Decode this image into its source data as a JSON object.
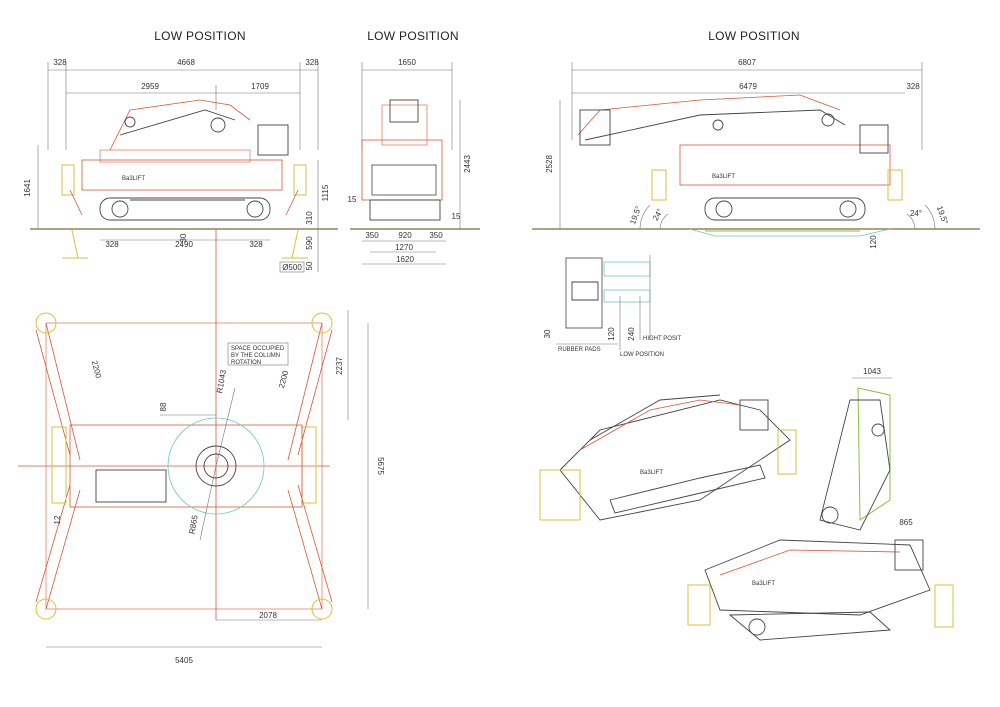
{
  "titles": {
    "side_view": "LOW POSITION",
    "front_view": "LOW POSITION",
    "extended_view": "LOW POSITION"
  },
  "side_view": {
    "dims": {
      "outrigger_left": "328",
      "overall": "4668",
      "outrigger_right": "328",
      "front_section": "2959",
      "rear_section": "1709",
      "height": "1641",
      "height_2": "1115",
      "ground_1": "310",
      "ground_2": "590",
      "ground_3": "50",
      "track_left": "328",
      "track_length": "2490",
      "track_right": "328",
      "clearance": "30",
      "pad_diameter": "Ø500"
    }
  },
  "front_view": {
    "dims": {
      "width_top": "1650",
      "height": "2443",
      "side_left": "15",
      "side_right": "15",
      "track_left": "350",
      "track_mid": "920",
      "track_right": "350",
      "track_span": "1270",
      "overall_width": "1620"
    }
  },
  "extended_view": {
    "dims": {
      "overall": "6807",
      "boom": "6479",
      "rear": "328",
      "height": "2528",
      "angle_left_1": "19,5°",
      "angle_left_2": "24°",
      "angle_right_1": "24°",
      "angle_right_2": "19,5°",
      "ground": "120"
    }
  },
  "pad_detail": {
    "dims": {
      "pad_30": "30",
      "pad_120": "120",
      "pad_240": "240"
    },
    "labels": {
      "rubber_pads": "RUBBER PADS",
      "low_position": "LOW POSITION",
      "high_position": "HIGHT POSIT"
    }
  },
  "plan_view": {
    "dims": {
      "arm_left": "2200",
      "arm_right": "2200",
      "offset": "2237",
      "height_total": "5675",
      "small_88": "88",
      "radius_large": "R1043",
      "radius_small": "R865",
      "small_12": "12",
      "half_width": "2078",
      "width_total": "5405"
    },
    "note_lines": [
      "SPACE OCCUPIED",
      "BY THE COLUMN",
      "ROTATION"
    ]
  },
  "iso_views": {
    "dims": {
      "top": "1043",
      "side": "865"
    },
    "brand": "Ba3LIFT"
  },
  "colors": {
    "outline": "#d9573b",
    "dimension": "#777777",
    "pad": "#d8c33a",
    "ground": "#7a6a3b",
    "rotation_zone": "#6cc9c3"
  }
}
